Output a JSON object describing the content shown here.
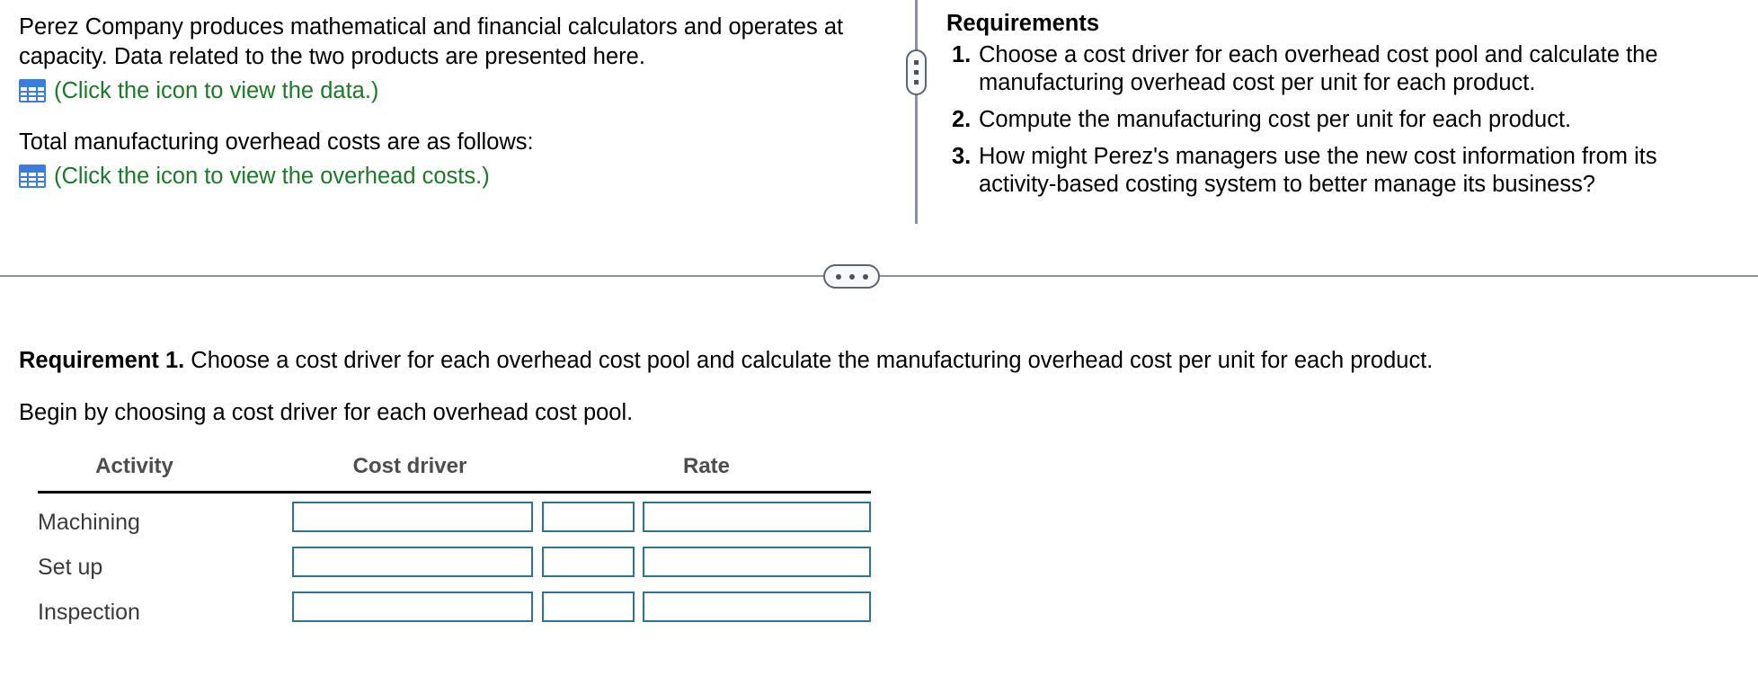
{
  "problem": {
    "intro_paragraph": "Perez Company produces mathematical and financial calculators and operates at capacity. Data related to the two products are presented here.",
    "data_icon_caption": "(Click the icon to view the data.)",
    "data_icon_name": "table-grid-icon",
    "overhead_paragraph": "Total manufacturing overhead costs are as follows:",
    "overhead_icon_caption": "(Click the icon to view the overhead costs.)",
    "overhead_icon_name": "table-grid-icon"
  },
  "requirements": {
    "title": "Requirements",
    "items": [
      {
        "number": "1.",
        "text": "Choose a cost driver for each overhead cost pool and calculate the manufacturing overhead cost per unit for each product."
      },
      {
        "number": "2.",
        "text": "Compute the manufacturing cost per unit for each product."
      },
      {
        "number": "3.",
        "text": "How might Perez's managers use the new cost information from its activity-based costing system to better manage its business?"
      }
    ]
  },
  "answer": {
    "requirement_label": "Requirement 1.",
    "requirement_text": " Choose a cost driver for each overhead cost pool and calculate the manufacturing overhead cost per unit for each product.",
    "begin_instruction": "Begin by choosing a cost driver for each overhead cost pool.",
    "table": {
      "headers": [
        "Activity",
        "Cost driver",
        "Rate"
      ],
      "rows": [
        {
          "activity": "Machining",
          "cost_driver": "",
          "mid": "",
          "rate": ""
        },
        {
          "activity": "Set up",
          "cost_driver": "",
          "mid": "",
          "rate": ""
        },
        {
          "activity": "Inspection",
          "cost_driver": "",
          "mid": "",
          "rate": ""
        }
      ]
    }
  },
  "colors": {
    "link_green": "#1a7a27",
    "icon_blue": "#3b7ddd",
    "input_border": "#2f7394",
    "divider_gray": "#8891a1",
    "header_text": "#4d4d4d"
  }
}
